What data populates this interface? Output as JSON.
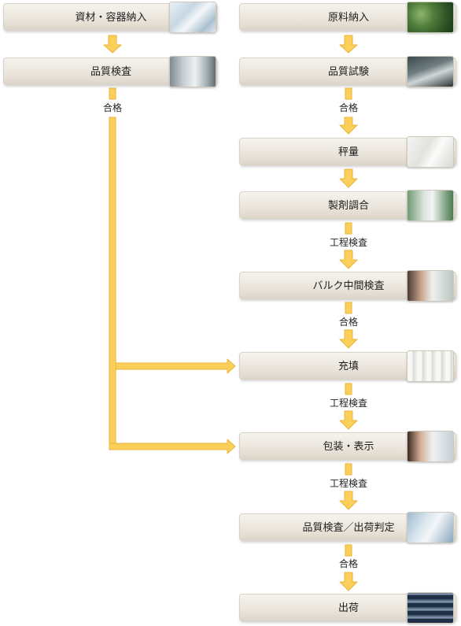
{
  "left": {
    "steps": [
      {
        "label": "資材・容器納入",
        "photo": "bottles-photo"
      },
      {
        "label": "品質検査",
        "photo": "lab-worker-photo"
      }
    ],
    "condition": "合格"
  },
  "right": {
    "steps": [
      {
        "label": "原料納入",
        "photo": "plants-photo"
      },
      {
        "label": "品質試験",
        "photo": "microscope-photo"
      },
      {
        "label": "秤量",
        "photo": "glassware-photo"
      },
      {
        "label": "製剤調合",
        "photo": "mixing-photo"
      },
      {
        "label": "バルク中間検査",
        "photo": "inspector-photo"
      },
      {
        "label": "充填",
        "photo": "containers-photo"
      },
      {
        "label": "包装・表示",
        "photo": "packaging-photo"
      },
      {
        "label": "品質検査／出荷判定",
        "photo": "cleanroom-photo"
      },
      {
        "label": "出荷",
        "photo": "warehouse-photo"
      }
    ],
    "conditions": [
      "合格",
      "工程検査",
      "合格",
      "工程検査",
      "工程検査",
      "合格"
    ]
  },
  "colors": {
    "arrow_fill": "#fbd05a",
    "arrow_stroke": "#e8b33a"
  }
}
